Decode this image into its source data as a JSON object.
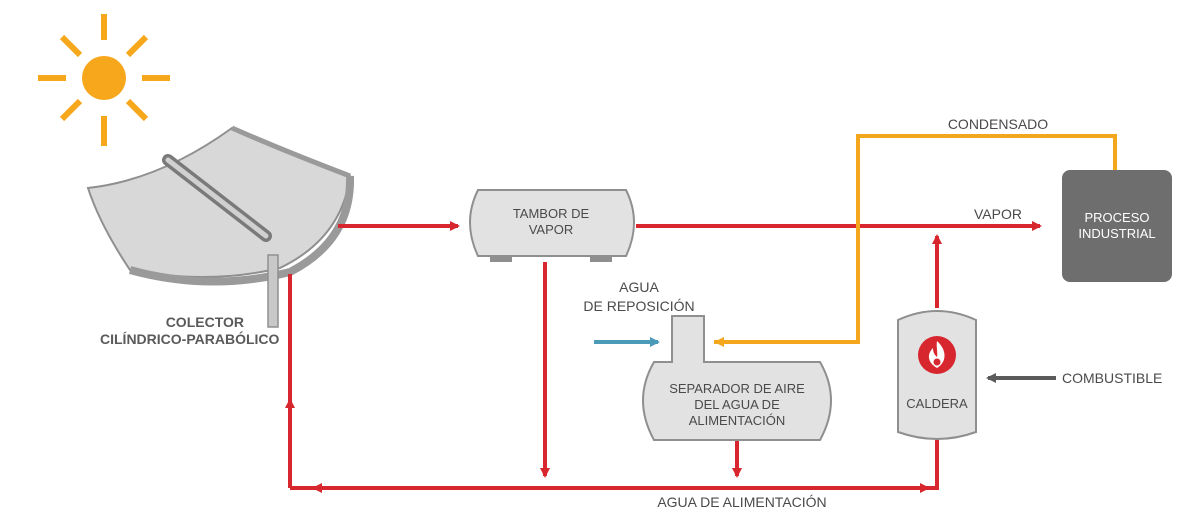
{
  "colors": {
    "loop": "#d8262f",
    "condensate": "#f4a71d",
    "makeup": "#4b9ab8",
    "fuel": "#5b5b5b",
    "sun": "#f6a71c",
    "component_fill": "#e2e2e2",
    "component_stroke": "#8f8f8f",
    "process_fill": "#6e6e6e"
  },
  "collector": {
    "label_line1": "COLECTOR",
    "label_line2": "CILÍNDRICO-PARABÓLICO"
  },
  "steam_drum": {
    "label_line1": "TAMBOR DE",
    "label_line2": "VAPOR"
  },
  "process": {
    "label_line1": "PROCESO",
    "label_line2": "INDUSTRIAL"
  },
  "separator": {
    "label_line1": "SEPARADOR DE AIRE",
    "label_line2": "DEL AGUA DE",
    "label_line3": "ALIMENTACIÓN"
  },
  "boiler": {
    "label": "CALDERA",
    "icon": "flame-icon"
  },
  "flows": {
    "condensate": "CONDENSADO",
    "steam": "VAPOR",
    "makeup_line1": "AGUA",
    "makeup_line2": "DE REPOSICIÓN",
    "fuel": "COMBUSTIBLE",
    "feedwater": "AGUA DE ALIMENTACIÓN"
  },
  "icons": [
    "sun-icon",
    "flame-icon"
  ]
}
